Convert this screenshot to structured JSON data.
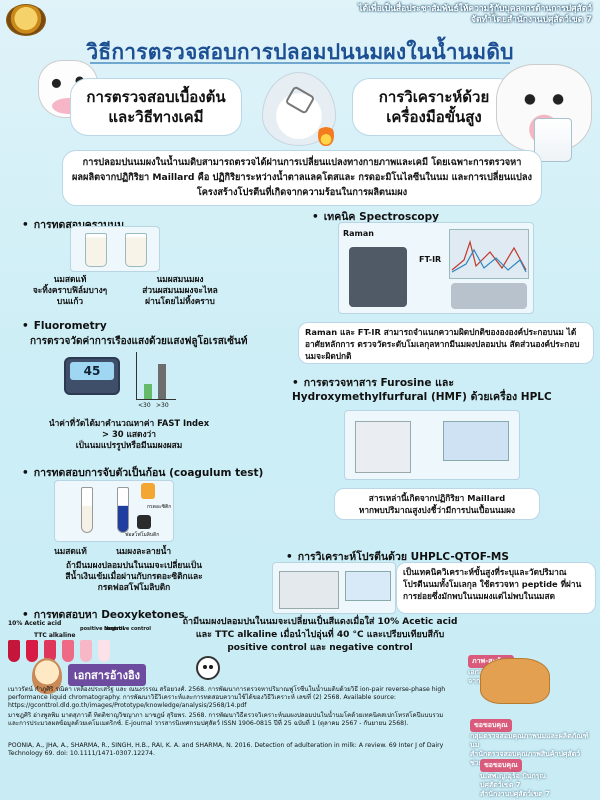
{
  "header": {
    "line1": "ได้เพื่อเป็นสื่อประชาสัมพันธ์ให้ความรู้กับบุคลากรด้านการปศุสัตว์",
    "line2": "จัดทำโดยสำนักงานปศุสัตว์เขต 7"
  },
  "title": "วิธีการตรวจสอบการปลอมปนนมผงในน้ำนมดิบ",
  "top_boxes": {
    "left": "การตรวจสอบเบื้องต้น\nและวิธีทางเคมี",
    "right": "การวิเคราะห์ด้วย\nเครื่องมือขั้นสูง"
  },
  "intro": "การปลอมปนนมผงในน้ำนมดิบสามารถตรวจได้ผ่านการเปลี่ยนแปลงทางกายภาพและเคมี โดยเฉพาะการตรวจหาผลผลิตจากปฏิกิริยา Maillard คือ ปฏิกิริยาระหว่างน้ำตาลแลคโตสและ กรดอะมิโนไลซีนในนม และการเปลี่ยนแปลงโครงสร้างโปรตีนที่เกิดจากความร้อนในการผลิตนมผง",
  "left_col": {
    "s1_title": "การทดสอบคราบนม",
    "s1_cap1": "นมสดแท้\nจะทิ้งคราบฟิล์มบางๆ\nบนแก้ว",
    "s1_cap2": "นมผสมนมผง\nส่วนผสมนมผงจะไหล\nผ่านโดยไม่ทิ้งคราบ",
    "s2_title": "Fluorometry",
    "s2_sub": "การตรวจวัดค่าการเรืองแสงด้วยแสงฟลูโอเรสเซ้นท์",
    "s2_screen": "45",
    "s2_lbl1": "<30",
    "s2_lbl2": ">30",
    "s2_caption": "นำค่าที่วัดได้มาคำนวณหาค่า FAST Index\n> 30 แสดงว่า\nเป็นนมแปรรูปหรือมีนมผงผสม",
    "s3_title": "การทดสอบการจับตัวเป็นก้อน (coagulum test)",
    "s3_tag1": "กรดอะซิติก",
    "s3_tag2": "ฟอสโฟโมลิบดิก",
    "s3_lbl1": "นมสดแท้",
    "s3_lbl2": "นมผงละลายน้ำ",
    "s3_caption": "ถ้ามีนมผงปลอมปนในนมจะเปลี่ยนเป็น\nสีน้ำเงินเข้มเมื่อผ่านกับกรดอะซิติกและ\nกรดฟอสโฟโมลิบดิก",
    "s4_title": "การทดสอบหา Deoxyketones",
    "s4_tag1": "10% Acetic acid",
    "s4_tag2": "TTC alkaline",
    "s4_tag3": "positive control",
    "s4_tag4": "Negative control"
  },
  "right_col": {
    "r1_title": "เทคนิค Spectroscopy",
    "r1_raman": "Raman",
    "r1_ftir": "FT-IR",
    "r1_caption": "Raman และ FT-IR สามารถจำแนกความผิดปกติของององค์ประกอบนม ได้อาศัยหลักการ ตรวจวัดระดับโมเลกุลหากมีนมผงปลอมปน สัดส่วนองค์ประกอบนมจะผิดปกติ",
    "r2_title": "การตรวจหาสาร Furosine และ Hydroxymethylfurfural (HMF) ด้วยเครื่อง HPLC",
    "r2_caption": "สารเหล่านี้เกิดจากปฏิกิริยา Maillard\nหากพบปริมาณสูงบ่งชี้ว่ามีการปนเปื้อนนมผง",
    "r3_title": "การวิเคราะห์โปรตีนด้วย UHPLC-QTOF-MS",
    "r3_caption": "เป็นเทคนิควิเคราะห์ขั้นสูงที่ระบุและวัดปริมาณโปรตีนนมทั้งโมเลกุล ใช้ตรวจหา peptide ที่ผ่านการย่อยซึ่งมักพบในนมผงแต่ไม่พบในนมสด"
  },
  "bottom_caption": "ถ้ามีนมผงปลอมปนในนมจะเปลี่ยนเป็นสีแดงเมื่อใส่ 10% Acetic acid\nและ TTC alkaline เมื่อนำไปอุ่นที่ 40 °C และเปรียบเทียบสีกับ\npositive control และ negative control",
  "references": {
    "heading": "เอกสารอ้างอิง",
    "ref1": "เนาวรัตน์ กำภูศิริ รณิดา เหลืองประเสริฐ และ ณนงรรรณ สร้อยวงศ์. 2568. การพัฒนาการตรวจหาปริมาณฟูโรซีนในน้ำนมดิบด้วยวิธี ion-pair reverse-phase high performance liquid chromatography. การพัฒนาวิธีวิเคราะห์และการทดสอบความใช้ได้ของวิธีวิเคราะห์ เลขที่ (2) 2568. Available source: https://gconttrol.dld.go.th/images/Prototype/knowledge/analysis/2568/14.pdf",
    "ref2": "มาชฎศิริ อ่างพูลพิม มาดสุภาวดี ทิตติชาญวิชญาภา มาชฎษ์ สุริยพร. 2568. การพัฒนาวิธีตรวจวิเคราะห์นมผงปลอมปนในน้ำนมโคด้วยเทคนิคสเปกโทรสโคปีแบบรวม และการประมวลผลข้อมูลด้วยเคโมเมตริกซ์. E-journal วารสารนิเทศกรมปศุสัตว์ ISSN 1906-0815 ปีที่ 25 ฉบับที่ 1 (ตุลาคม 2567 - กันยายน 2568).",
    "ref3": "POONIA, A., JHA, A., SHARMA, R., SINGH, H.B., RAI, K. A. and SHARMA, N. 2016. Detection of adulteration in milk: A review. 69 Inter J of Dairy Technology 69. doi: 10.1111/1471-0307.12274."
  },
  "credits": {
    "c1_label": "ภาพ-สะท้อน",
    "c1_line1": "เอกสารที่ใช้บางรูปภาพ",
    "c1_line2": "จากตารางแสดงผลข้อมูล",
    "c2_label": "ขอขอบคุณ",
    "c2_line1": "กลุ่มตรวจสอบคุณภาพนมและผลิตภัณฑ์นม",
    "c2_line2": "สำนักตรวจสอบคุณภาพสินค้าปศุสัตว์",
    "c2_line3": "ช่วยตรวจทาน",
    "c3_label": "ขอขอบคุณ",
    "c3_line1": "น.สพ.ญ.อุร้อ ปันกรุณ",
    "c3_line2": "ปศุสัตว์เขต 7",
    "c3_line3": "สำนักงานปศุสัตว์เขต 7"
  }
}
